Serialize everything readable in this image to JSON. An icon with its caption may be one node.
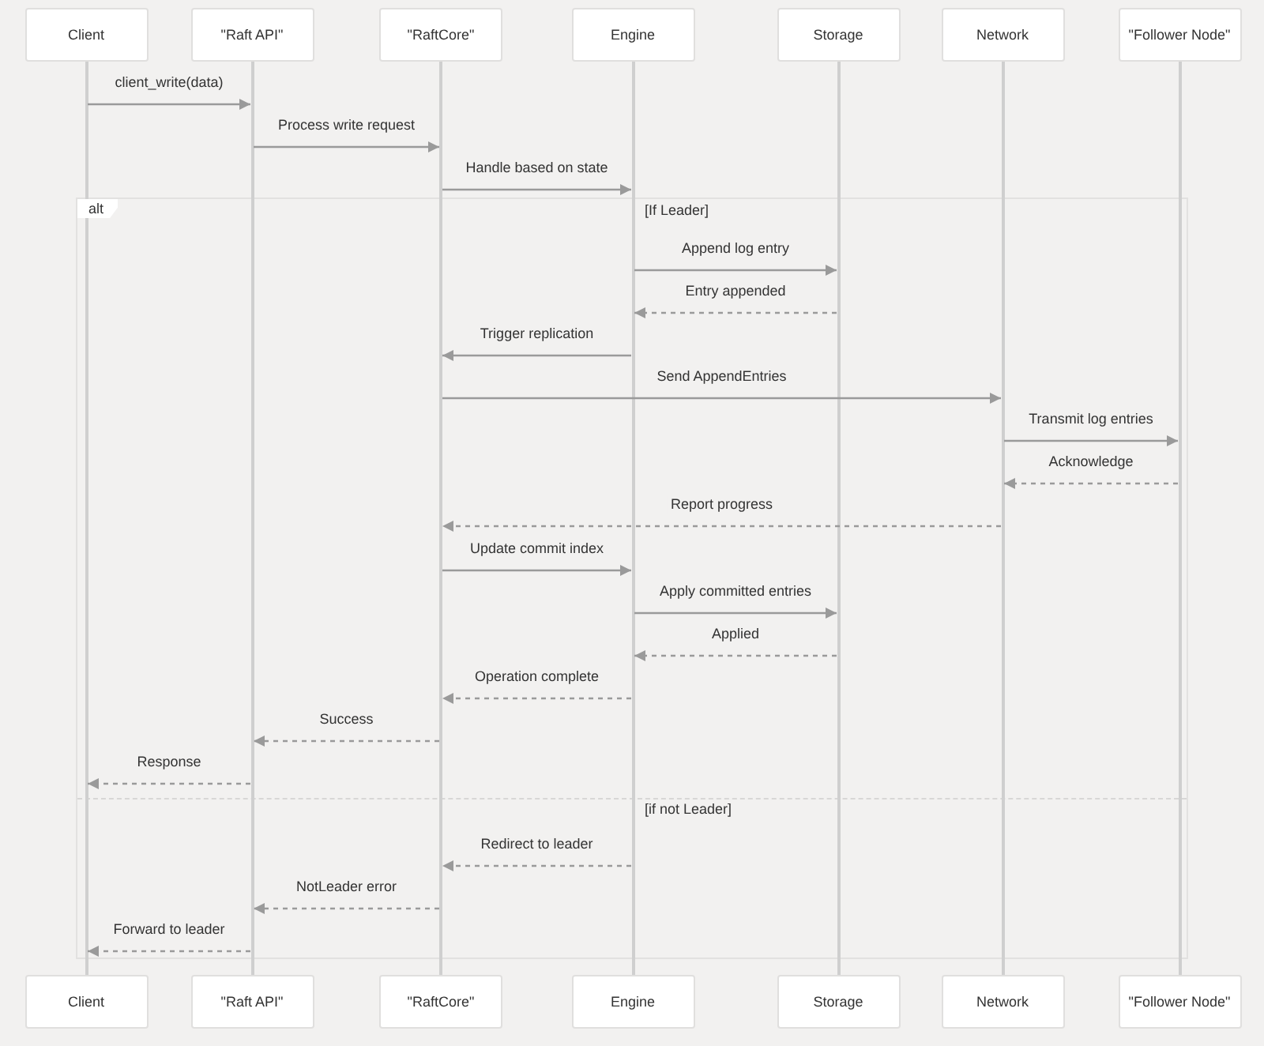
{
  "diagram": {
    "nodes": [
      {
        "text": [
          "Client"
        ]
      },
      {
        "text": [
          "\"Raft API\""
        ]
      },
      {
        "text": [
          "\"RaftCore\""
        ]
      },
      {
        "text": [
          "Engine"
        ]
      },
      {
        "text": [
          "Storage"
        ]
      },
      {
        "text": [
          "Network"
        ]
      },
      {
        "text": [
          "\"Follower Node\""
        ]
      },
      {
        "text": [],
        "shape": "bar"
      },
      {
        "text": [],
        "shape": "bar"
      },
      {
        "text": [],
        "shape": "bar"
      },
      {
        "text": [],
        "shape": "bar"
      },
      {
        "text": [],
        "shape": "bar"
      },
      {
        "text": [],
        "shape": "bar"
      },
      {
        "text": [],
        "shape": "bar"
      },
      {
        "text": [
          "Client"
        ]
      },
      {
        "text": [
          "\"Raft API\""
        ]
      },
      {
        "text": [
          "\"RaftCore\""
        ]
      },
      {
        "text": [
          "Engine"
        ]
      },
      {
        "text": [
          "Storage"
        ]
      },
      {
        "text": [
          "Network"
        ]
      },
      {
        "text": [
          "\"Follower Node\""
        ]
      }
    ],
    "edges": [
      {
        "from": 7,
        "to": 8,
        "arrow": "to",
        "label": "client_write(data)"
      },
      {
        "from": 8,
        "to": 9,
        "arrow": "to",
        "label": "Process write request"
      },
      {
        "from": 9,
        "to": 10,
        "arrow": "to",
        "label": "Handle based on state"
      },
      {
        "from": 10,
        "to": 11,
        "arrow": "to",
        "label": "Append log entry"
      },
      {
        "from": 11,
        "to": 10,
        "arrow": "to",
        "label": "Entry appended",
        "style": "dashed"
      },
      {
        "from": 10,
        "to": 9,
        "arrow": "to",
        "label": "Trigger replication"
      },
      {
        "from": 9,
        "to": 12,
        "arrow": "to",
        "label": "Send AppendEntries"
      },
      {
        "from": 12,
        "to": 13,
        "arrow": "to",
        "label": "Transmit log entries"
      },
      {
        "from": 13,
        "to": 12,
        "arrow": "to",
        "label": "Acknowledge",
        "style": "dashed"
      },
      {
        "from": 12,
        "to": 9,
        "arrow": "to",
        "label": "Report progress",
        "style": "dashed"
      },
      {
        "from": 9,
        "to": 10,
        "arrow": "to",
        "label": "Update commit index"
      },
      {
        "from": 10,
        "to": 11,
        "arrow": "to",
        "label": "Apply committed entries"
      },
      {
        "from": 11,
        "to": 10,
        "arrow": "to",
        "label": "Applied",
        "style": "dashed"
      },
      {
        "from": 10,
        "to": 9,
        "arrow": "to",
        "label": "Operation complete",
        "style": "dashed"
      },
      {
        "from": 9,
        "to": 8,
        "arrow": "to",
        "label": "Success",
        "style": "dashed"
      },
      {
        "from": 8,
        "to": 7,
        "arrow": "to",
        "label": "Response",
        "style": "dashed"
      },
      {
        "from": 10,
        "to": 9,
        "arrow": "to",
        "label": "Redirect to leader",
        "style": "dashed"
      },
      {
        "from": 9,
        "to": 8,
        "arrow": "to",
        "label": "NotLeader error",
        "style": "dashed"
      },
      {
        "from": 8,
        "to": 7,
        "arrow": "to",
        "label": "Forward to leader",
        "style": "dashed"
      }
    ],
    "labels": [
      "alt",
      "[If Leader]",
      "[if not Leader]"
    ]
  }
}
